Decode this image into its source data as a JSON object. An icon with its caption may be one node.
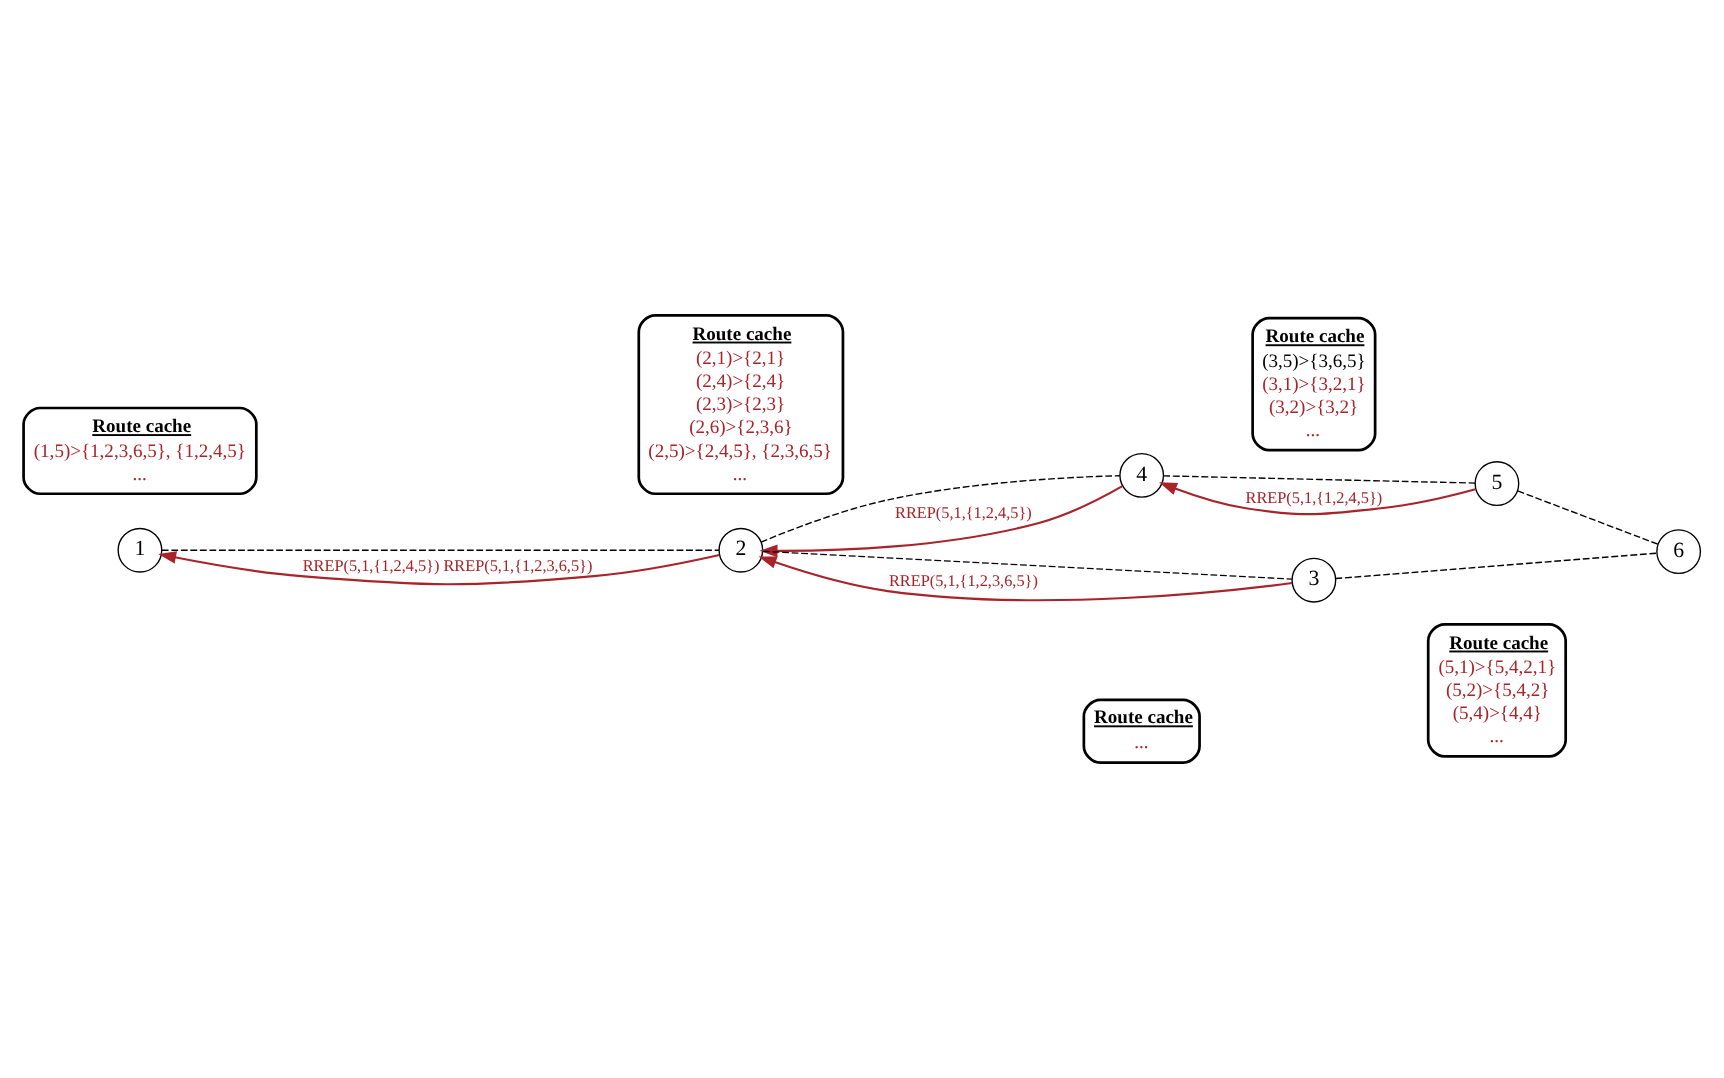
{
  "diagram": {
    "nodes": [
      {
        "text": [
          "Route cache",
          "..."
        ]
      },
      {
        "text": [
          "Route cache",
          "(5,1)>{5,4,2,1}",
          "(5,2)>{5,4,2}",
          "(5,4)>{4,4}",
          "..."
        ]
      },
      {
        "text": [
          "4"
        ]
      },
      {
        "text": [
          "5"
        ]
      },
      {
        "text": [
          "1"
        ]
      },
      {
        "text": [
          "2"
        ]
      },
      {
        "text": [
          "6"
        ]
      },
      {
        "text": [
          "Route cache",
          "(1,5)>{1,2,3,6,5}, {1,2,4,5}",
          "..."
        ]
      },
      {
        "text": [
          "Route cache",
          "(2,1)>{2,1}",
          "(2,4)>{2,4}",
          "(2,3)>{2,3}",
          "(2,6)>{2,3,6}",
          "(2,5)>{2,4,5}, {2,3,6,5}",
          "..."
        ]
      },
      {
        "text": [
          "3"
        ]
      },
      {
        "text": [
          "Route cache",
          "(3,5)>{3,6,5}",
          "(3,1)>{3,2,1}",
          "(3,2)>{3,2}",
          "..."
        ]
      }
    ],
    "edges": [
      {
        "from": 4,
        "to": 5,
        "arrow": "none",
        "style": "dashed"
      },
      {
        "from": 5,
        "to": 2,
        "arrow": "none",
        "style": "dashed"
      },
      {
        "from": 2,
        "to": 3,
        "arrow": "none",
        "style": "dashed"
      },
      {
        "from": 3,
        "to": 6,
        "arrow": "none",
        "style": "dashed"
      },
      {
        "from": 5,
        "to": 9,
        "arrow": "none",
        "style": "dashed"
      },
      {
        "from": 9,
        "to": 6,
        "arrow": "none",
        "style": "dashed"
      },
      {
        "from": 3,
        "to": 2,
        "arrow": "to",
        "label": "RREP(5,1,{1,2,4,5})",
        "color": "#a8232a"
      },
      {
        "from": 2,
        "to": 5,
        "arrow": "to",
        "label": "RREP(5,1,{1,2,4,5})",
        "color": "#a8232a"
      },
      {
        "from": 5,
        "to": 4,
        "arrow": "to",
        "label": "RREP(5,1,{1,2,4,5}) RREP(5,1,{1,2,3,6,5})",
        "color": "#a8232a"
      },
      {
        "from": 9,
        "to": 5,
        "arrow": "to",
        "label": "RREP(5,1,{1,2,3,6,5})",
        "color": "#a8232a"
      }
    ]
  }
}
